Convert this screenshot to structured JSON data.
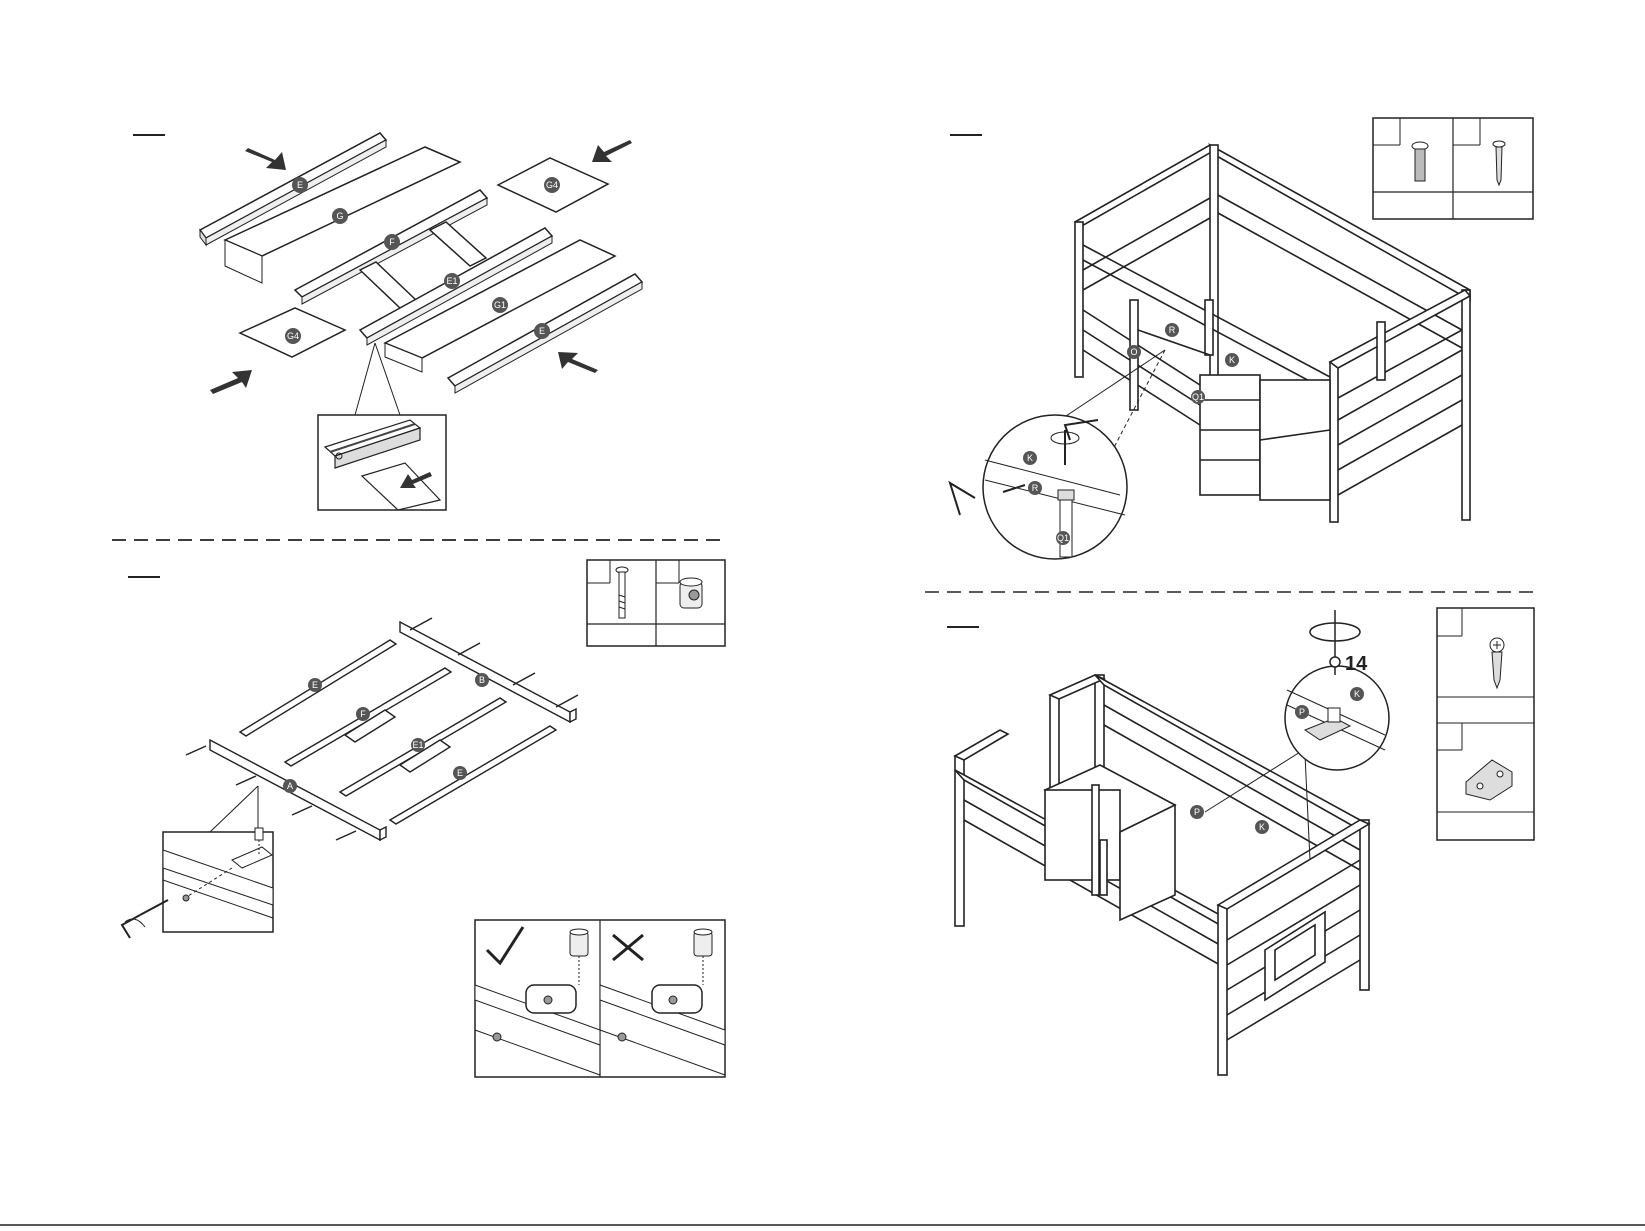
{
  "step1": {
    "labels": {
      "e_top": "E",
      "g": "G",
      "g4_right": "G4",
      "f": "F",
      "e1": "E1",
      "g1": "G1",
      "g4_left": "G4",
      "e_bottom": "E"
    }
  },
  "step2": {
    "labels": {
      "b": "B",
      "e": "E",
      "f": "F",
      "e1": "E1",
      "e2": "E",
      "a": "A"
    }
  },
  "step3": {
    "labels": {
      "r": "R",
      "o": "O",
      "k": "K",
      "q1": "Q1",
      "zoom_k": "K",
      "zoom_r": "R",
      "zoom_q1": "Q1"
    }
  },
  "step4": {
    "labels": {
      "p": "P",
      "k": "K",
      "zoom_p": "P",
      "zoom_k": "K"
    },
    "screw_count": "14"
  }
}
